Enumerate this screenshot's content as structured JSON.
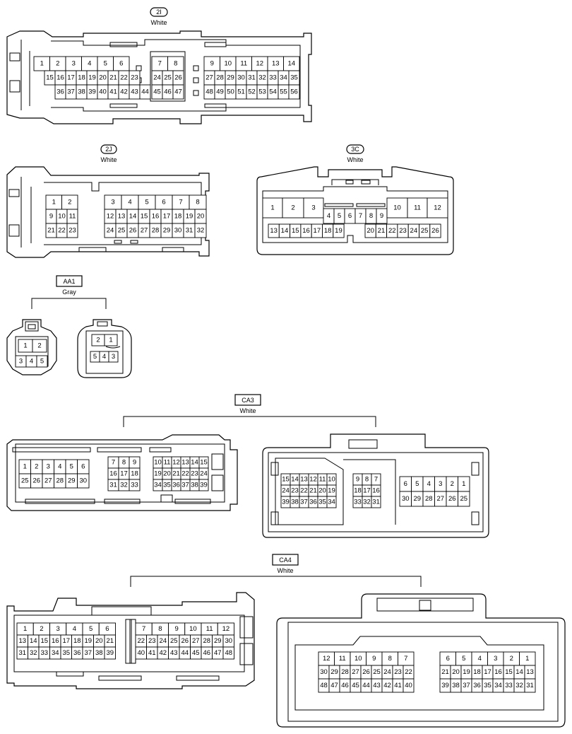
{
  "connectors": [
    {
      "id": "2I",
      "color": "White"
    },
    {
      "id": "2J",
      "color": "White"
    },
    {
      "id": "3C",
      "color": "White"
    },
    {
      "id": "AA1",
      "color": "Gray"
    },
    {
      "id": "CA3",
      "color": "White"
    },
    {
      "id": "CA4",
      "color": "White"
    }
  ],
  "pins": {
    "c2I_g1": [
      [
        "1",
        "2",
        "3",
        "4",
        "5",
        "6"
      ],
      [
        "15",
        "16",
        "17",
        "18",
        "19",
        "20",
        "21",
        "22",
        "23"
      ],
      [
        "36",
        "37",
        "38",
        "39",
        "40",
        "41",
        "42",
        "43",
        "44"
      ]
    ],
    "c2I_g2": [
      [
        "7",
        "8"
      ],
      [
        "24",
        "25",
        "26"
      ],
      [
        "45",
        "46",
        "47"
      ]
    ],
    "c2I_g3": [
      [
        "9",
        "10",
        "11",
        "12",
        "13",
        "14"
      ],
      [
        "27",
        "28",
        "29",
        "30",
        "31",
        "32",
        "33",
        "34",
        "35"
      ],
      [
        "48",
        "49",
        "50",
        "51",
        "52",
        "53",
        "54",
        "55",
        "56"
      ]
    ],
    "c2J_g1": [
      [
        "1",
        "2"
      ],
      [
        "9",
        "10",
        "11"
      ],
      [
        "21",
        "22",
        "23"
      ]
    ],
    "c2J_g2": [
      [
        "3",
        "4",
        "5",
        "6",
        "7",
        "8"
      ],
      [
        "12",
        "13",
        "14",
        "15",
        "16",
        "17",
        "18",
        "19",
        "20"
      ],
      [
        "24",
        "25",
        "26",
        "27",
        "28",
        "29",
        "30",
        "31",
        "32"
      ]
    ],
    "c3C_top": [
      "1",
      "2",
      "3",
      "4",
      "5",
      "6",
      "7",
      "8",
      "9",
      "10",
      "11",
      "12"
    ],
    "c3C_bot": [
      "13",
      "14",
      "15",
      "16",
      "17",
      "18",
      "19",
      "20",
      "21",
      "22",
      "23",
      "24",
      "25",
      "26"
    ],
    "aa1_left": [
      "1",
      "2",
      "3",
      "4",
      "5"
    ],
    "aa1_right": [
      "2",
      "1",
      "5",
      "4",
      "3"
    ],
    "ca3_left_g1": [
      [
        "1",
        "2",
        "3",
        "4",
        "5",
        "6"
      ],
      [
        "25",
        "26",
        "27",
        "28",
        "29",
        "30"
      ]
    ],
    "ca3_left_g2": [
      [
        "7",
        "8",
        "9"
      ],
      [
        "16",
        "17",
        "18"
      ],
      [
        "31",
        "32",
        "33"
      ]
    ],
    "ca3_left_g3": [
      [
        "10",
        "11",
        "12",
        "13",
        "14",
        "15"
      ],
      [
        "19",
        "20",
        "21",
        "22",
        "23",
        "24"
      ],
      [
        "34",
        "35",
        "36",
        "37",
        "38",
        "39"
      ]
    ],
    "ca3_right_g1": [
      [
        "15",
        "14",
        "13",
        "12",
        "11",
        "10"
      ],
      [
        "24",
        "23",
        "22",
        "21",
        "20",
        "19"
      ],
      [
        "39",
        "38",
        "37",
        "36",
        "35",
        "34"
      ]
    ],
    "ca3_right_g2": [
      [
        "9",
        "8",
        "7"
      ],
      [
        "18",
        "17",
        "16"
      ],
      [
        "33",
        "32",
        "31"
      ]
    ],
    "ca3_right_g3": [
      [
        "6",
        "5",
        "4",
        "3",
        "2",
        "1"
      ],
      [
        "30",
        "29",
        "28",
        "27",
        "26",
        "25"
      ]
    ],
    "ca4_left_g1": [
      [
        "1",
        "2",
        "3",
        "4",
        "5",
        "6"
      ],
      [
        "13",
        "14",
        "15",
        "16",
        "17",
        "18",
        "19",
        "20",
        "21"
      ],
      [
        "31",
        "32",
        "33",
        "34",
        "35",
        "36",
        "37",
        "38",
        "39"
      ]
    ],
    "ca4_left_g2": [
      [
        "7",
        "8",
        "9",
        "10",
        "11",
        "12"
      ],
      [
        "22",
        "23",
        "24",
        "25",
        "26",
        "27",
        "28",
        "29",
        "30"
      ],
      [
        "40",
        "41",
        "42",
        "43",
        "44",
        "45",
        "46",
        "47",
        "48"
      ]
    ],
    "ca4_right_g1": [
      [
        "12",
        "11",
        "10",
        "9",
        "8",
        "7"
      ],
      [
        "30",
        "29",
        "28",
        "27",
        "26",
        "25",
        "24",
        "23",
        "22"
      ],
      [
        "48",
        "47",
        "46",
        "45",
        "44",
        "43",
        "42",
        "41",
        "40"
      ]
    ],
    "ca4_right_g2": [
      [
        "6",
        "5",
        "4",
        "3",
        "2",
        "1"
      ],
      [
        "21",
        "20",
        "19",
        "18",
        "17",
        "16",
        "15",
        "14",
        "13"
      ],
      [
        "39",
        "38",
        "37",
        "36",
        "35",
        "34",
        "33",
        "32",
        "31"
      ]
    ]
  }
}
